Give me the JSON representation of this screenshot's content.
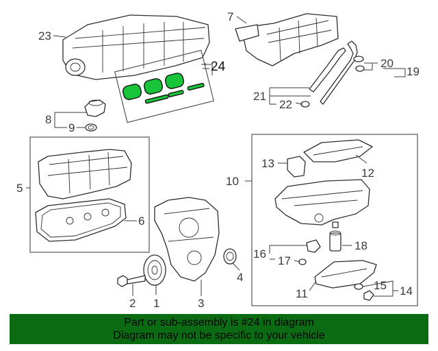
{
  "callouts": {
    "c1": "1",
    "c2": "2",
    "c3": "3",
    "c4": "4",
    "c5": "5",
    "c6": "6",
    "c7": "7",
    "c8": "8",
    "c9": "9",
    "c10": "10",
    "c11": "11",
    "c12": "12",
    "c13": "13",
    "c14": "14",
    "c15": "15",
    "c16": "16",
    "c17": "17",
    "c18": "18",
    "c19": "19",
    "c20": "20",
    "c21": "21",
    "c22": "22",
    "c23": "23",
    "c24": "24"
  },
  "highlight": {
    "part": "24",
    "color": "#18c43a"
  },
  "banner": {
    "line1": "Part or sub-assembly is #24 in diagram",
    "line2": "Diagram may not be specific to your vehicle",
    "color": "#0b6b12"
  }
}
